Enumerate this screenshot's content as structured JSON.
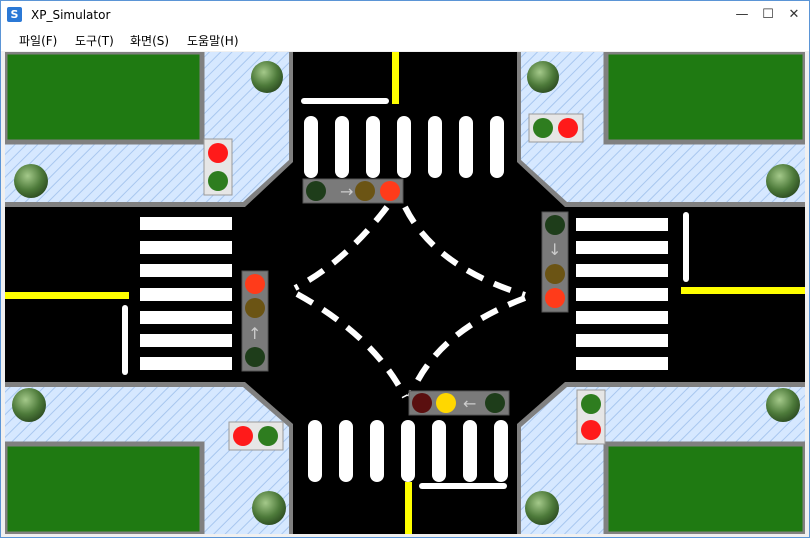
{
  "window": {
    "title": "XP_Simulator",
    "app_icon": "S",
    "controls": {
      "minimize": "—",
      "maximize": "☐",
      "close": "✕"
    }
  },
  "menu": {
    "file": "파일(F)",
    "tools": "도구(T)",
    "view": "화면(S)",
    "help": "도움말(H)"
  },
  "colors": {
    "road": "#000000",
    "grass": "#1f7a12",
    "sidewalk": "#d6e8ff",
    "curb": "#808080",
    "lane_yellow": "#ffff00",
    "red_on": "#ff1a1a",
    "green_on": "#2fbf2f",
    "yellow_on": "#ffd700"
  },
  "signals": {
    "nw_ped": [
      "red",
      "green"
    ],
    "ne_ped": [
      "green",
      "red"
    ],
    "sw_ped": [
      "red",
      "green"
    ],
    "se_ped": [
      "green",
      "red"
    ],
    "north_vehicle": [
      "green-dim",
      "arrow-right",
      "yellow-dim",
      "red"
    ],
    "south_vehicle": [
      "red-dim",
      "yellow",
      "arrow-left",
      "green-dim"
    ],
    "west_vehicle": [
      "red",
      "yellow-dim",
      "arrow-up",
      "green-dim"
    ],
    "east_vehicle": [
      "green-dim",
      "arrow-down",
      "yellow-dim",
      "red"
    ]
  }
}
